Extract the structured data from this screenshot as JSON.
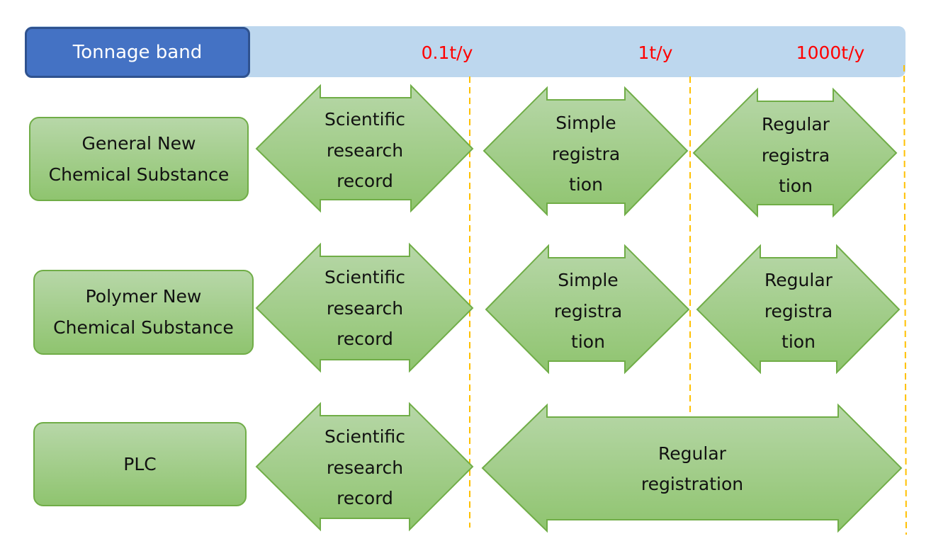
{
  "header": {
    "title": "Tonnage band",
    "thresholds": [
      "0.1t/y",
      "1t/y",
      "1000t/y"
    ]
  },
  "rows": [
    {
      "label": "General New\nChemical Substance",
      "cells": [
        "Scientific\nresearch\nrecord",
        "Simple\nregistra\ntion",
        "Regular\nregistra\ntion"
      ]
    },
    {
      "label": "Polymer New\nChemical Substance",
      "cells": [
        "Scientific\nresearch\nrecord",
        "Simple\nregistra\ntion",
        "Regular\nregistra\ntion"
      ]
    },
    {
      "label": "PLC",
      "cells": [
        "Scientific\nresearch\nrecord",
        "Regular\nregistration"
      ]
    }
  ],
  "colors": {
    "header_bar": "#bdd7ee",
    "header_box": "#4472c4",
    "threshold_text": "#ff0000",
    "shape_fill_top": "#b7d7a8",
    "shape_fill_bottom": "#8fc46f",
    "shape_stroke": "#70ad47",
    "divider": "#ffc000"
  }
}
